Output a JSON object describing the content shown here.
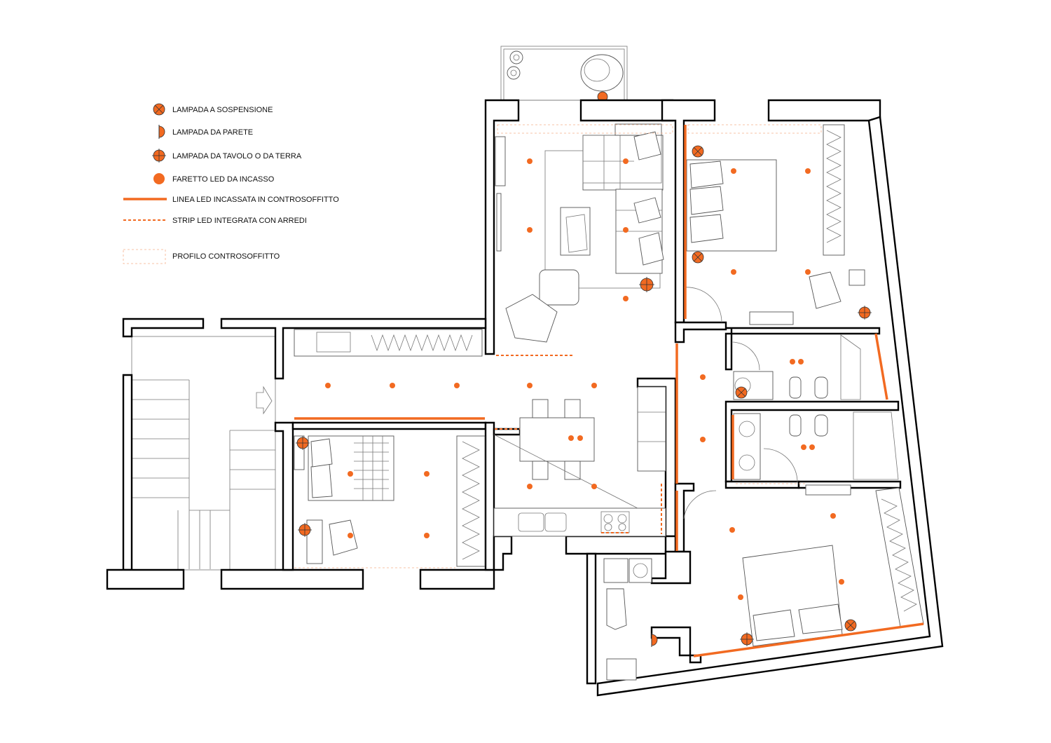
{
  "colors": {
    "accent": "#f26a21",
    "accent_light": "#f5b08a",
    "wall": "#000000",
    "furniture": "#555555"
  },
  "legend": [
    {
      "symbol": "pendant-lamp-icon",
      "label": "LAMPADA A SOSPENSIONE"
    },
    {
      "symbol": "wall-lamp-icon",
      "label": "LAMPADA DA PARETE"
    },
    {
      "symbol": "table-floor-lamp-icon",
      "label": "LAMPADA DA TAVOLO O DA TERRA"
    },
    {
      "symbol": "recessed-spot-icon",
      "label": "FARETTO LED DA INCASSO"
    },
    {
      "symbol": "led-line-icon",
      "label": "LINEA LED INCASSATA IN CONTROSOFFITTO"
    },
    {
      "symbol": "led-strip-icon",
      "label": "STRIP LED INTEGRATA CON ARREDI"
    },
    {
      "symbol": "ceiling-profile-icon",
      "label": "PROFILO CONTROSOFFITTO"
    }
  ]
}
